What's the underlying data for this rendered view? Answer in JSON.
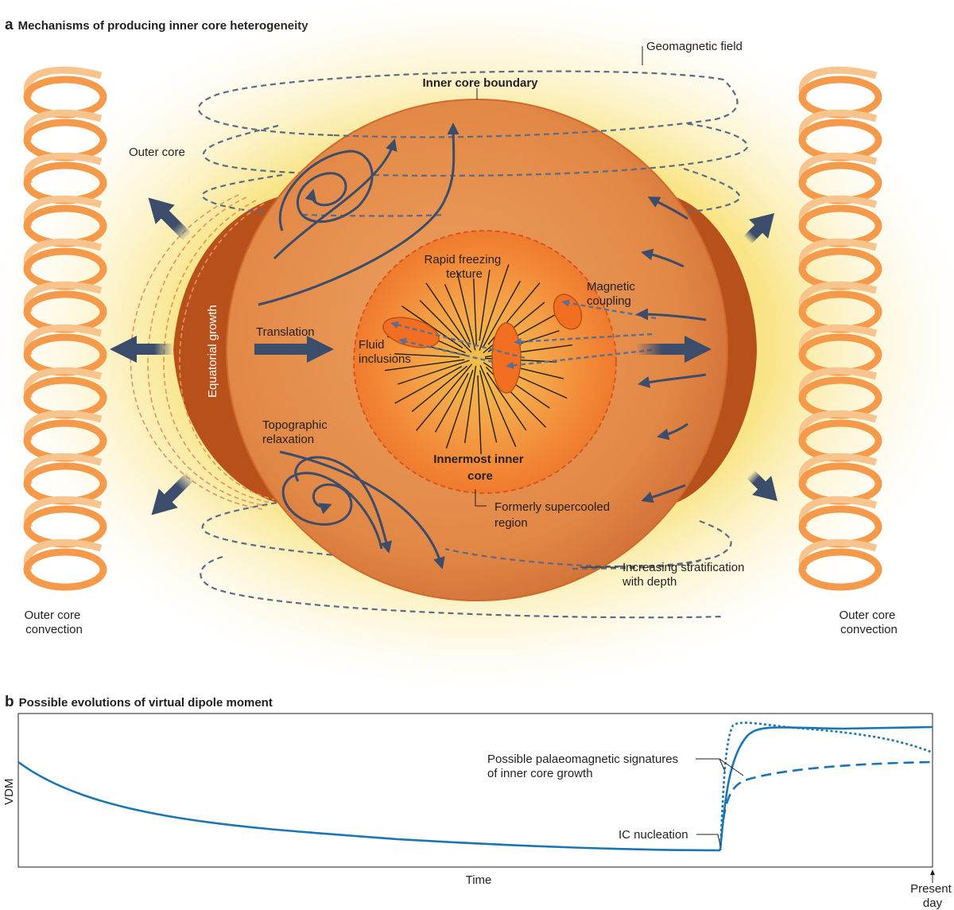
{
  "panel_a": {
    "letter": "a",
    "heading": "Mechanisms of producing inner core heterogeneity",
    "labels": {
      "geomagnetic_field": "Geomagnetic field",
      "inner_core_boundary": "Inner core boundary",
      "outer_core": "Outer core",
      "equatorial_growth": "Equatorial growth",
      "translation": "Translation",
      "rapid_freezing": [
        "Rapid freezing",
        "texture"
      ],
      "magnetic_coupling": [
        "Magnetic",
        "coupling"
      ],
      "fluid_inclusions": [
        "Fluid",
        "inclusions"
      ],
      "topographic_relaxation": [
        "Topographic",
        "relaxation"
      ],
      "innermost_inner_core": [
        "Innermost inner",
        "core"
      ],
      "formerly_supercooled": [
        "Formerly supercooled",
        "region"
      ],
      "increasing_stratification": [
        "Increasing stratification",
        "with depth"
      ],
      "outer_core_convection_left": [
        "Outer core",
        "convection"
      ],
      "outer_core_convection_right": [
        "Outer core",
        "convection"
      ]
    },
    "colors": {
      "sphere": "#e58a45",
      "sphere_dark": "#b8501c",
      "inner_sphere": "#f08a32",
      "glow": "#f6dd6a",
      "arrows": "#3c4d6c",
      "helix": "#f49a4a",
      "inclusion": "#f26f22"
    }
  },
  "panel_b": {
    "letter": "b",
    "heading": "Possible evolutions of virtual dipole moment",
    "labels": {
      "ylabel": "VDM",
      "xlabel": "Time",
      "present": [
        "Present",
        "day"
      ],
      "ic_nucleation": "IC nucleation",
      "signatures": [
        "Possible palaeomagnetic signatures",
        "of inner core growth"
      ]
    },
    "colors": {
      "line": "#1a75b3"
    }
  }
}
